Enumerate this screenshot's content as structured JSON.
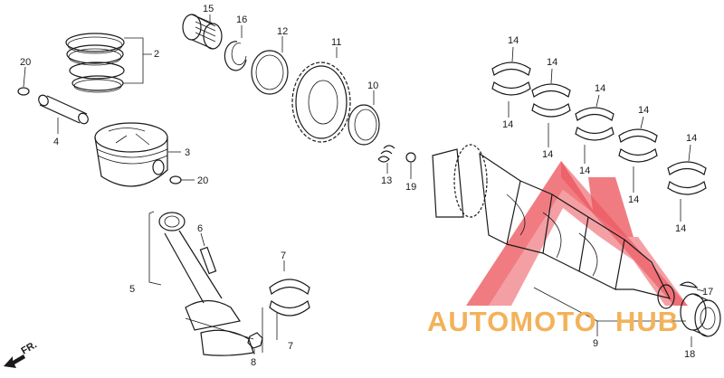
{
  "labels": {
    "l2": "2",
    "l3": "3",
    "l4": "4",
    "l5": "5",
    "l6": "6",
    "l7a": "7",
    "l7b": "7",
    "l8": "8",
    "l9": "9",
    "l10": "10",
    "l11": "11",
    "l12": "12",
    "l13": "13",
    "l15": "15",
    "l16": "16",
    "l17": "17",
    "l18": "18",
    "l19": "19",
    "l20a": "20",
    "l20b": "20",
    "l14": [
      "14",
      "14",
      "14",
      "14",
      "14",
      "14",
      "14",
      "14",
      "14",
      "14"
    ]
  },
  "direction": "FR.",
  "watermark": {
    "left": "AUTOMOTO",
    "right": "HUB",
    "color_main": "#f3b25a",
    "color_accent": "#e8323c"
  },
  "colors": {
    "ink": "#1a1a1a",
    "watermark_red": "#e8323c",
    "watermark_orange": "#f3b25a"
  }
}
